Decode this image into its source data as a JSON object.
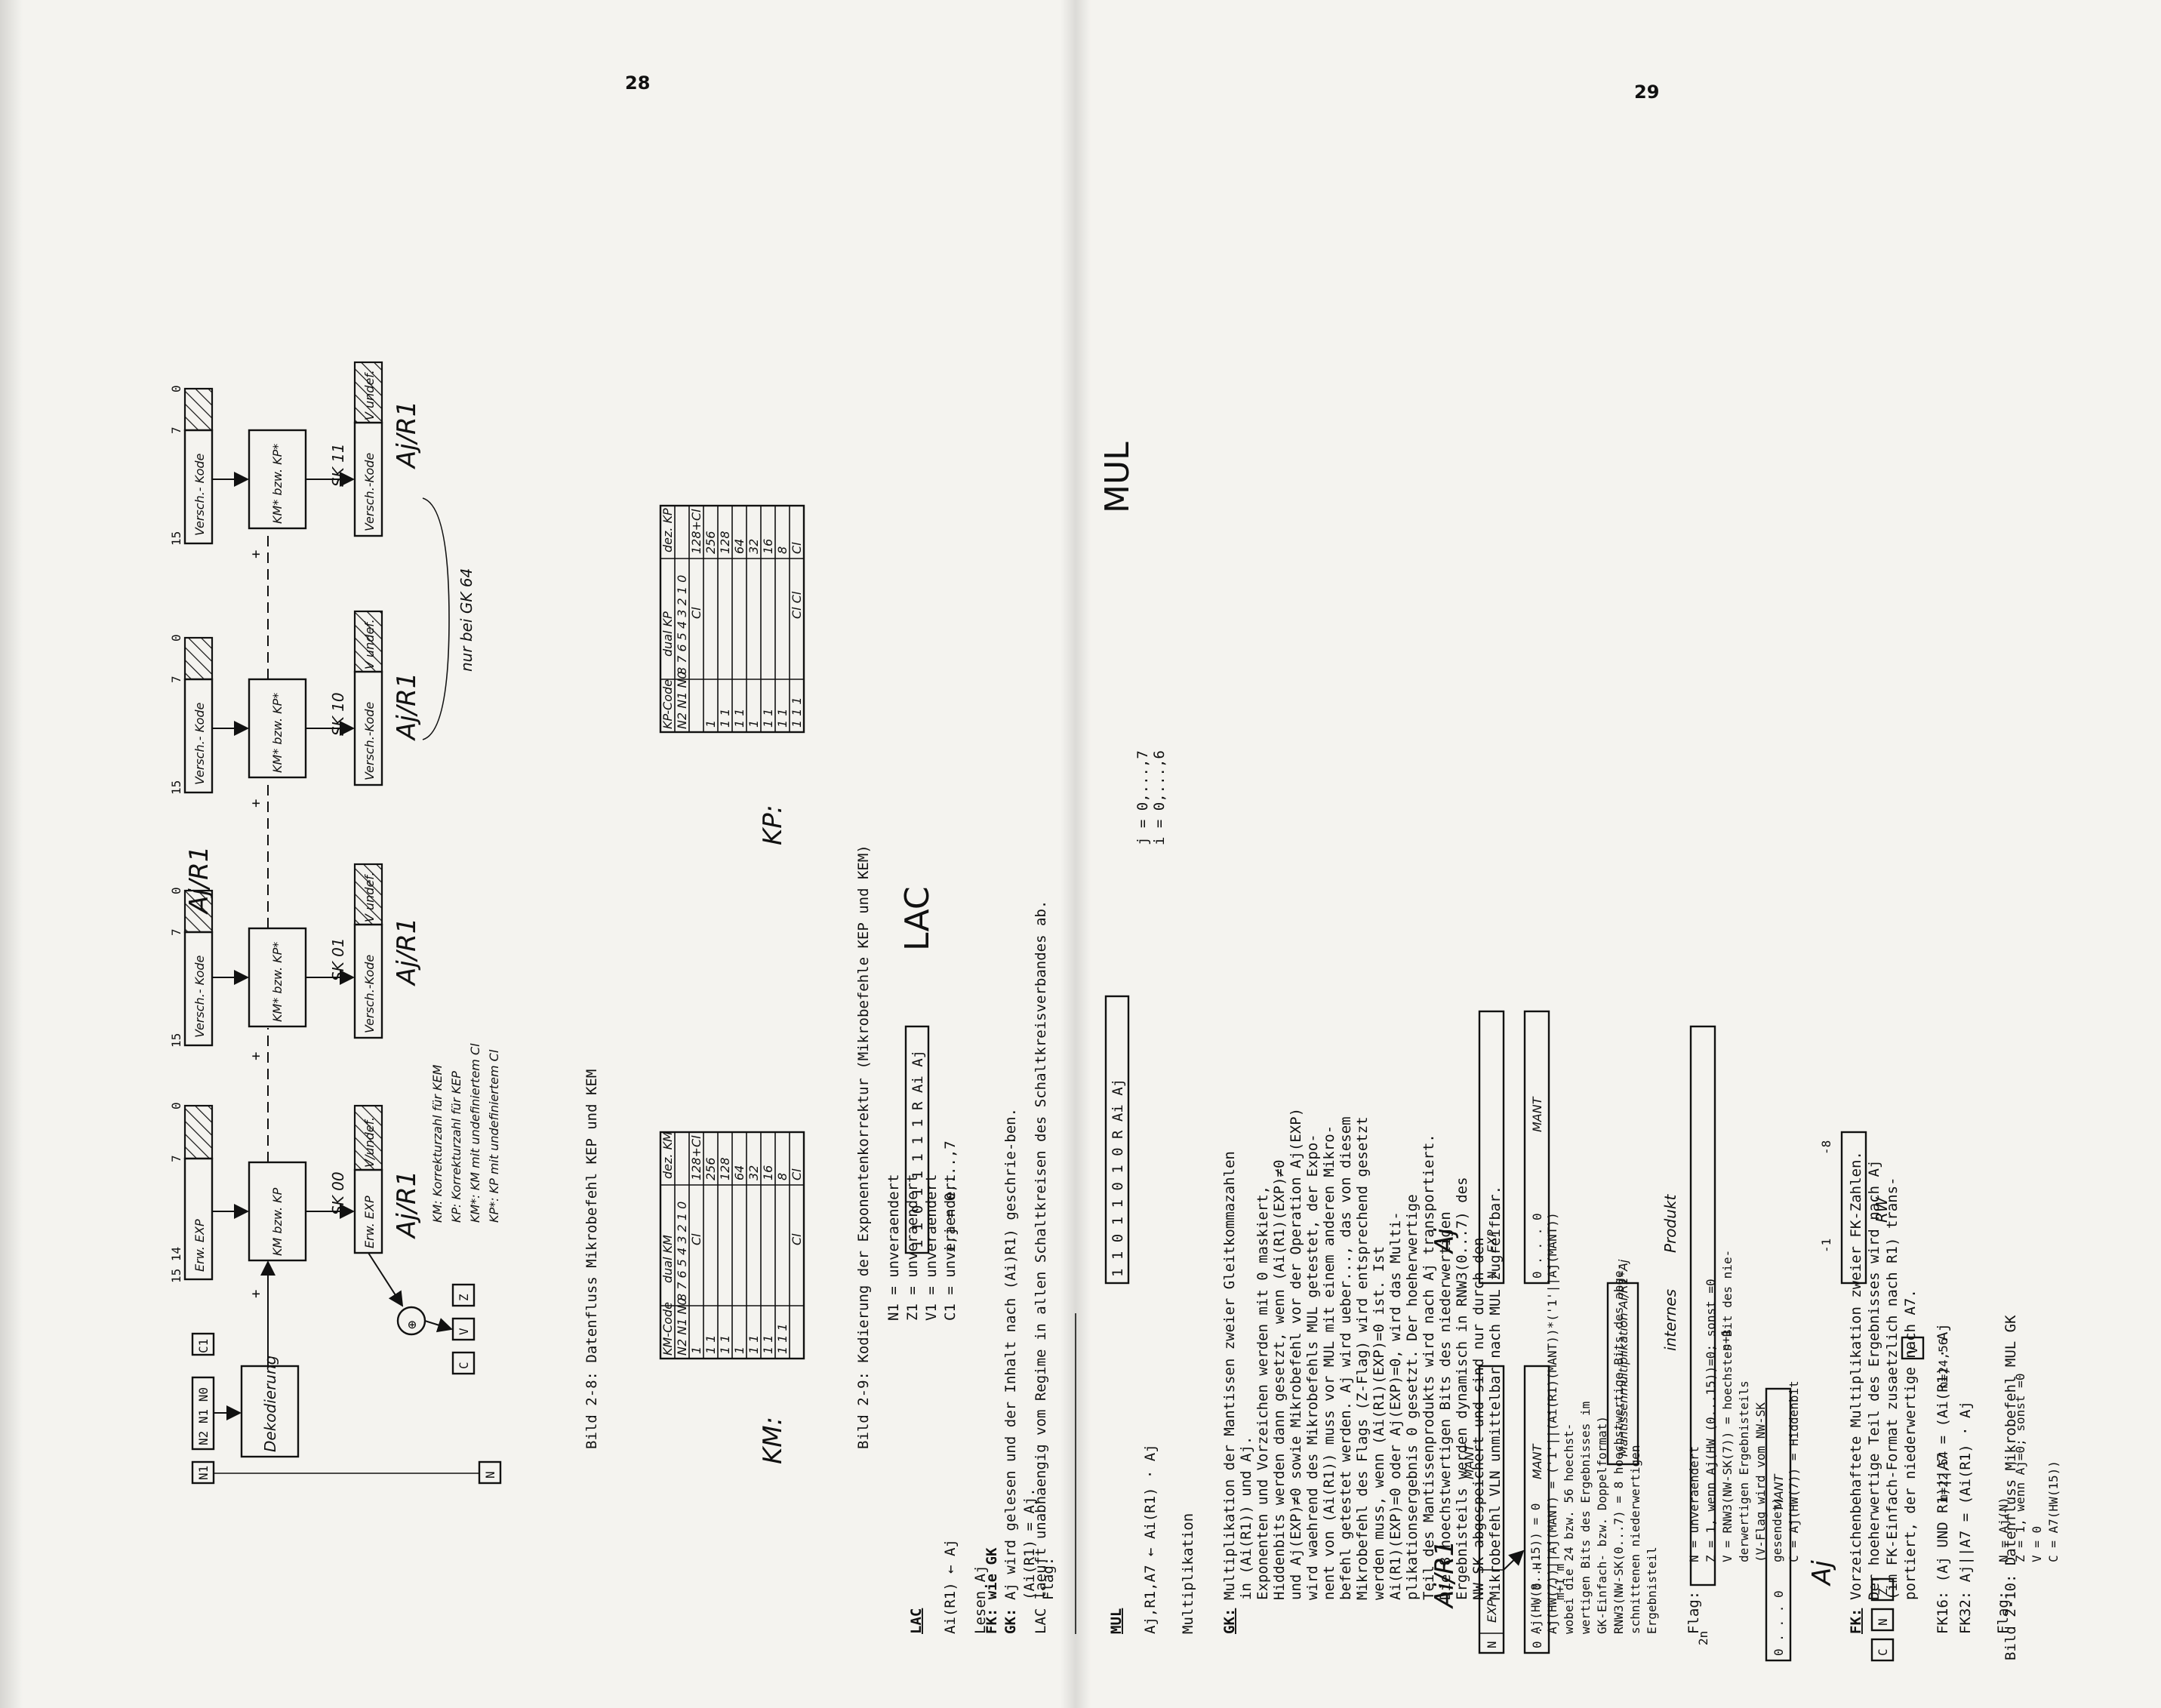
{
  "page_left_no": "28",
  "page_right_no": "29",
  "fig28": {
    "caption": "Bild 2-8: Datenfluss Mikrobefehl KEP und KEM",
    "title": "Aj/R1",
    "flags_top": [
      "N1",
      "N2 N1 N0",
      "C1"
    ],
    "flag_n_bottom": "N",
    "decoder": "Dekodierung",
    "plus": "+",
    "blocks": [
      {
        "sk": "SK 00",
        "top_field": "Erw. EXP",
        "km": "KM bzw. KP",
        "bottom_field": "Erw. EXP",
        "bottom_hatch": "V/undef.",
        "b15": "15 14",
        "b7": "7",
        "b0": "0"
      },
      {
        "sk": "SK 01",
        "top_field": "Versch.- Kode",
        "km": "KM* bzw. KP*",
        "bottom_field": "Versch.-Kode",
        "bottom_hatch": "V undef.",
        "b15": "15",
        "b7": "7",
        "b0": "0"
      },
      {
        "sk": "SK 10",
        "top_field": "Versch.- Kode",
        "km": "KM* bzw. KP*",
        "bottom_field": "Versch.-Kode",
        "bottom_hatch": "V undef.",
        "b15": "15",
        "b7": "7",
        "b0": "0"
      },
      {
        "sk": "SK 11",
        "top_field": "Versch.- Kode",
        "km": "KM* bzw. KP*",
        "bottom_field": "Versch.-Kode",
        "bottom_hatch": "V undef.",
        "b15": "15",
        "b7": "7",
        "b0": "0"
      }
    ],
    "oplus": "⊕",
    "cvz": [
      "C",
      "V",
      "Z"
    ],
    "aj_labels": [
      "Aj/R1",
      "Aj/R1",
      "Aj/R1",
      "Aj/R1"
    ],
    "nur_gk": "nur bei GK 64",
    "legend": [
      "KM: Korrekturzahl für KEM",
      "KP: Korrekturzahl für KEP",
      "KM*: KM mit undefiniertem Cl",
      "KP*: KP mit undefiniertem Cl"
    ]
  },
  "fig29": {
    "caption": "Bild 2-9: Kodierung der Exponentenkorrektur (Mikrobefehle KEP und KEM)",
    "km_label": "KM:",
    "kp_label": "KP:",
    "km_table": {
      "h1": [
        "KM-Code",
        "dual KM",
        "dez. KM"
      ],
      "h2": [
        "N2 N1 N0",
        "8 7 6 5 4 3 2 1 0",
        ""
      ],
      "rows": [
        [
          "1",
          "Cl",
          "128+Cl"
        ],
        [
          "1 1",
          "",
          "256"
        ],
        [
          "1 1",
          "",
          "128"
        ],
        [
          "1",
          "",
          "64"
        ],
        [
          "1 1",
          "",
          "32"
        ],
        [
          "1 1",
          "",
          "16"
        ],
        [
          "1 1 1",
          "",
          "8"
        ],
        [
          "",
          "Cl",
          "Cl"
        ]
      ]
    },
    "kp_table": {
      "h1": [
        "KP-Code",
        "dual KP",
        "dez. KP"
      ],
      "h2": [
        "N2 N1 N0",
        "8 7 6 5 4 3 2 1 0",
        ""
      ],
      "rows": [
        [
          "",
          "Cl",
          "128+Cl"
        ],
        [
          "1",
          "",
          "256"
        ],
        [
          "1 1",
          "",
          "128"
        ],
        [
          "1 1",
          "",
          "64"
        ],
        [
          "1",
          "",
          "32"
        ],
        [
          "1 1",
          "",
          "16"
        ],
        [
          "1 1",
          "",
          "8"
        ],
        [
          "1 1 1",
          "Cl Cl",
          "Cl"
        ]
      ]
    }
  },
  "lac": {
    "mnemonic": "LAC",
    "big": "LAC",
    "code": "1 1 0 1 1 1 1 1 R Ai Aj",
    "transfer": "Ai(R1) ← Aj",
    "range": "i,j = 0,...,7",
    "name": "Lesen Aj",
    "gk_head": "GK:",
    "gk_text": "Aj wird gelesen und der Inhalt nach (Ai)R1) geschrie-ben.",
    "gk_eq": "(Ai(R1) = Aj.",
    "flag": "Flag:",
    "flags": [
      "N1 = unveraendert",
      "Z1 = unveraendert",
      "V1 = unveraendert",
      "C1 = unveraendert"
    ],
    "fk": "FK: wie GK",
    "note": "LAC laeuft unabhaengig vom Regime in allen Schaltkreisen des Schaltkreisverbandes ab."
  },
  "mul": {
    "mnemonic": "MUL",
    "big": "MUL",
    "code": "1 1 0 1 1 0 1 0 R Ai Aj",
    "transfer": "Aj,R1,A7 ← Ai(R1) ⋅ Aj",
    "range1": "j = 0,...,7",
    "range2": "i = 0,...,6",
    "name": "Multiplikation",
    "gk_head": "GK:",
    "gk_lines": [
      "Multiplikation der Mantissen zweier Gleitkommazahlen",
      "in (Ai(R1)) und Aj.",
      "Exponenten und Vorzeichen werden mit 0 maskiert,",
      "Hiddenbits werden dann gesetzt, wenn (Ai(R1)(EXP)≠0",
      "und Aj(EXP)≠0 sowie Mikrobefehl vor der Operation Aj(EXP)",
      "wird waehrend des Mikrobefehls MUL getestet, der Expo-",
      "nent von (Ai(R1)) muss vor MUL mit einem anderen Mikro-",
      "befehl getestet werden. Aj wird ueber..., das von diesem",
      "Mikrobefehl des Flags (Z-Flag) wird entsprechend gesetzt",
      "werden muss, wenn (Ai(R1)(EXP)=0 ist. Ist",
      "Ai(R1)(EXP)=0 oder Aj(EXP)=0, wird das Multi-",
      "plikationsergebnis 0 gesetzt. Der hoeherwertige",
      "Teil des Mantissenprodukts wird nach Aj transportiert.",
      "Die 8 hoechstwertigen Bits des niederwertigen",
      "Ergebnisteils werden dynamisch in RNW3(0...7) des",
      "NW-SK abgespeichert und sind nur durch den",
      "Mikrobefehl VLN unmittelbar nach MUL zugreifbar."
    ],
    "eq_lines": [
      "Aj(HW(8...15))                    = 0",
      "Aj(HW(7))||Aj(MANT)               = ('1'||(Ai(R1)(MANT))*('1'||Aj(MANT))",
      "                                     wobei die 24 bzw. 56 hoechst-",
      "                                     wertigen Bits des Ergebnisses im",
      "                                     GK-Einfach- bzw. Doppelformat)",
      "RNW3(NW-SK(0...7)                 = 8 hoechstwertige Bits des abge-",
      "                                     schnittenen niederwertigen",
      "                                     Ergebnisteil"
    ],
    "flag": "Flag:",
    "flag_lines": [
      "N = unveraendert",
      "Z = 1, wenn Aj(HW (0...15))=0; sonst =0",
      "V = RNW3(NW-SK(7)) = hoechstes Bit des nie-",
      "                     derwertigen Ergebnisteils",
      "                     (V-Flag wird vom NW-SK",
      "                     gesendet)",
      "C = Aj(HW(7))       = Hiddenbit"
    ],
    "fk_head": "FK:",
    "fk_lines": [
      "Vorzeichenbehaftete Multiplikation zweier FK-Zahlen.",
      "Der hoeherwertige Teil des Ergebnisses wird nach Aj",
      "(im FK-Einfach-Format zusaetzlich nach R1) trans-",
      "portiert, der niederwertige nach A7."
    ],
    "fk16": "FK16: (Aj UND R1)||A7  = (Ai(R1) ⋅ Aj",
    "fk32": "FK32: Aj||A7           = (Ai(R1) ⋅ Aj",
    "flag2": "Flag:",
    "flag2_lines": [
      "N = Aj(N)",
      "Z = 1, wenn Aj=0; sonst =0",
      "V = 0",
      "C = A7(HW(15))"
    ]
  },
  "fig210": {
    "caption": "Bild 2-10: Datenfluss Mikrobefehl MUL GK",
    "ai_label": "Ai/R1",
    "aj_label": "Aj",
    "aj_label2": "Aj",
    "fields": [
      "N",
      "EXP",
      "MANT",
      "m",
      "0",
      "0 . . . 0",
      "H",
      "MANT",
      "m+1 m",
      "n"
    ],
    "mult_box": "Mantissenmultiplikation   Ai/R1*Aj",
    "internes": "internes",
    "produkt": "Produkt",
    "m_val": "m=22,54",
    "n_val": "n=24,56",
    "rw": "RW",
    "labels_misc": [
      "2n",
      "n+1",
      "n",
      "-1",
      "-8",
      "C",
      "N",
      "Z",
      "V"
    ]
  }
}
